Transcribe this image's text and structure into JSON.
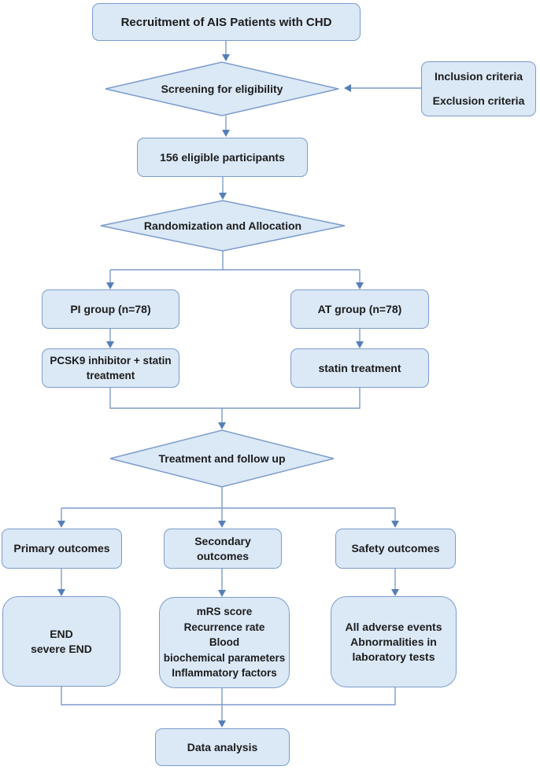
{
  "nodes": {
    "recruitment": {
      "label": "Recruitment of AIS Patients with CHD"
    },
    "screening": {
      "label": "Screening for eligibility"
    },
    "criteria": {
      "label": "Inclusion criteria\nExclusion criteria"
    },
    "eligible": {
      "label": "156 eligible participants"
    },
    "randomization": {
      "label": "Randomization and Allocation"
    },
    "pi_group": {
      "label": "PI group (n=78)"
    },
    "at_group": {
      "label": "AT group (n=78)"
    },
    "pi_treatment": {
      "label": "PCSK9 inhibitor + statin treatment"
    },
    "at_treatment": {
      "label": "statin treatment"
    },
    "followup": {
      "label": "Treatment and follow up"
    },
    "primary": {
      "label": "Primary outcomes"
    },
    "secondary": {
      "label": "Secondary\noutcomes"
    },
    "safety": {
      "label": "Safety outcomes"
    },
    "primary_results": {
      "label": "END\nsevere END"
    },
    "secondary_results": {
      "label": "mRS score\nRecurrence rate\nBlood\nbiochemical parameters\nInflammatory factors"
    },
    "safety_results": {
      "label": "All adverse events\nAbnormalities in\nlaboratory tests"
    },
    "data_analysis": {
      "label": "Data analysis"
    }
  },
  "edges": [
    {
      "from": "recruitment",
      "to": "screening"
    },
    {
      "from": "criteria",
      "to": "screening"
    },
    {
      "from": "screening",
      "to": "eligible"
    },
    {
      "from": "eligible",
      "to": "randomization"
    },
    {
      "from": "randomization",
      "to": "pi_group"
    },
    {
      "from": "randomization",
      "to": "at_group"
    },
    {
      "from": "pi_group",
      "to": "pi_treatment"
    },
    {
      "from": "at_group",
      "to": "at_treatment"
    },
    {
      "from": "pi_treatment",
      "to": "followup"
    },
    {
      "from": "at_treatment",
      "to": "followup"
    },
    {
      "from": "followup",
      "to": "primary"
    },
    {
      "from": "followup",
      "to": "secondary"
    },
    {
      "from": "followup",
      "to": "safety"
    },
    {
      "from": "primary",
      "to": "primary_results"
    },
    {
      "from": "secondary",
      "to": "secondary_results"
    },
    {
      "from": "safety",
      "to": "safety_results"
    },
    {
      "from": "primary_results",
      "to": "data_analysis"
    },
    {
      "from": "secondary_results",
      "to": "data_analysis"
    },
    {
      "from": "safety_results",
      "to": "data_analysis"
    }
  ],
  "colors": {
    "node_fill": "#dbe8f6",
    "node_border": "#7c9ccc",
    "connector": "#7d9cc8",
    "arrowhead": "#567fb8",
    "text": "#1c1c1c"
  }
}
